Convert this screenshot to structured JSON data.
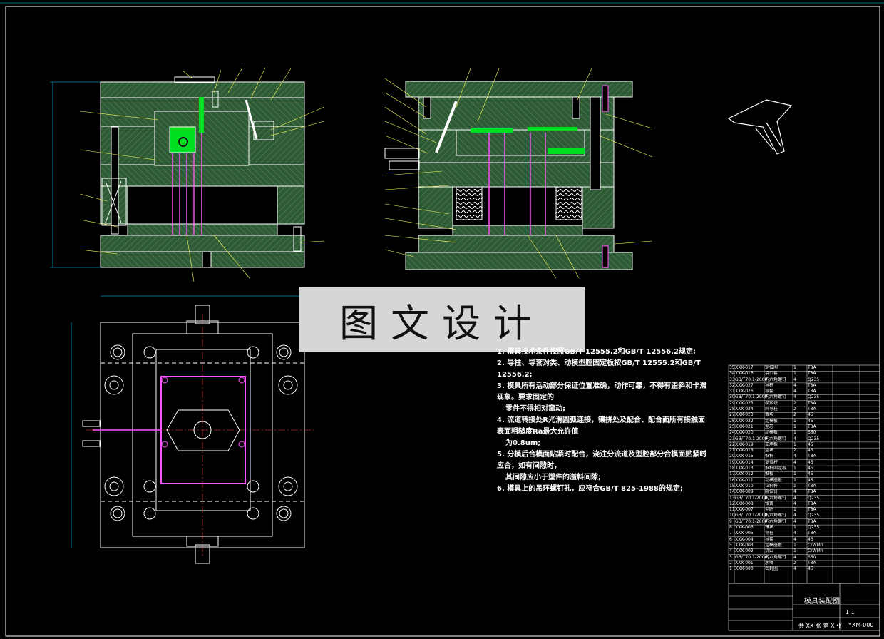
{
  "watermark": "图文设计",
  "notes": [
    "1. 模具技术条件按照GB/T 12555.2和GB/T 12556.2规定;",
    "2. 导柱、导套对类、动模型腔固定板按GB/T 12555.2和GB/T 12556.2;",
    "3. 模具所有活动部分保证位置准确，动作可靠，不得有歪斜和卡滞现象。要求固定的",
    "零件不得相对窜动;",
    "4. 流道转接处R光滑圆弧连接，镶拼处及配合、配合面所有接触面表面粗糙度Ra最大允许值",
    "为0.8um;",
    "5. 分模后合模面贴紧时配合，浇注分流道及型腔部分合模面贴紧时应合，如有间隙时，",
    "其间隙应小于塑件的溢料间隙;",
    "6. 模具上的吊环螺钉孔，应符合GB/T 825-1988的规定;"
  ],
  "bom": [
    [
      "35",
      "XXX-017",
      "定位圈",
      "1",
      "T8A",
      ""
    ],
    [
      "34",
      "XXX-016",
      "浇口套",
      "1",
      "T8A",
      ""
    ],
    [
      "33",
      "GB/T70.1-2000",
      "内六角螺钉",
      "4",
      "Q235",
      ""
    ],
    [
      "32",
      "XXX-027",
      "导柱",
      "4",
      "T8A",
      ""
    ],
    [
      "31",
      "XXX-026",
      "导套",
      "4",
      "T8A",
      ""
    ],
    [
      "30",
      "GB/T70.1-2000",
      "内六角螺钉",
      "4",
      "Q235",
      ""
    ],
    [
      "29",
      "XXX-025",
      "楔紧块",
      "2",
      "T8A",
      ""
    ],
    [
      "28",
      "XXX-024",
      "斜导柱",
      "2",
      "T8A",
      ""
    ],
    [
      "27",
      "XXX-023",
      "滑块",
      "2",
      "45",
      ""
    ],
    [
      "26",
      "XXX-022",
      "定模板",
      "1",
      "45",
      ""
    ],
    [
      "25",
      "XXX-021",
      "型芯",
      "1",
      "T8A",
      ""
    ],
    [
      "24",
      "XXX-020",
      "动模板",
      "1",
      "S50",
      ""
    ],
    [
      "23",
      "GB/T70.1-2000",
      "内六角螺钉",
      "4",
      "Q235",
      ""
    ],
    [
      "22",
      "XXX-019",
      "支承板",
      "1",
      "45",
      ""
    ],
    [
      "21",
      "XXX-018",
      "垫块",
      "2",
      "45",
      ""
    ],
    [
      "20",
      "XXX-015",
      "推杆",
      "4",
      "T8A",
      ""
    ],
    [
      "19",
      "XXX-014",
      "复位杆",
      "4",
      "45",
      ""
    ],
    [
      "18",
      "XXX-013",
      "推杆固定板",
      "1",
      "45",
      ""
    ],
    [
      "17",
      "XXX-012",
      "推板",
      "1",
      "45",
      ""
    ],
    [
      "16",
      "XXX-011",
      "动模座板",
      "1",
      "45",
      ""
    ],
    [
      "15",
      "XXX-010",
      "拉料杆",
      "1",
      "T8A",
      ""
    ],
    [
      "14",
      "XXX-009",
      "限位钉",
      "4",
      "T8A",
      ""
    ],
    [
      "13",
      "GB/T70.1-2000",
      "内六角螺钉",
      "4",
      "Q235",
      ""
    ],
    [
      "12",
      "XXX-008",
      "弹簧",
      "4",
      "T8A",
      ""
    ],
    [
      "11",
      "XXX-007",
      "型腔",
      "1",
      "T8A",
      ""
    ],
    [
      "10",
      "GB/T70.1-2000",
      "内六角螺钉",
      "4",
      "Q235",
      ""
    ],
    [
      "9",
      "GB/T70.1-2000",
      "内六角螺钉",
      "4",
      "T8A",
      ""
    ],
    [
      "8",
      "XXX-006",
      "镶块",
      "1",
      "Q235",
      ""
    ],
    [
      "7",
      "XXX-005",
      "导柱",
      "4",
      "T8A",
      ""
    ],
    [
      "6",
      "XXX-004",
      "导套",
      "4",
      "45",
      ""
    ],
    [
      "5",
      "XXX-003",
      "定模座板",
      "1",
      "CrWMn",
      ""
    ],
    [
      "4",
      "XXX-002",
      "浇口",
      "1",
      "CrWMn",
      ""
    ],
    [
      "3",
      "GB/T70.1-2000",
      "内六角螺钉",
      "4",
      "S50",
      ""
    ],
    [
      "2",
      "XXX-001",
      "水嘴",
      "2",
      "T8A",
      ""
    ],
    [
      "1",
      "XXX-000",
      "密封圈",
      "4",
      "45",
      ""
    ]
  ],
  "title_block": {
    "name": "模具装配图",
    "drawing_no": "YXM-000",
    "scale": "1:1",
    "sheet": "共 XX 张  第 X 张"
  },
  "colors": {
    "line": "#ffffff",
    "hatch_fill": "#2f5a36",
    "cavity": "#00e020",
    "ejector": "#ff55ff",
    "dimension": "#00d8ff",
    "leader": "#ffff55"
  }
}
